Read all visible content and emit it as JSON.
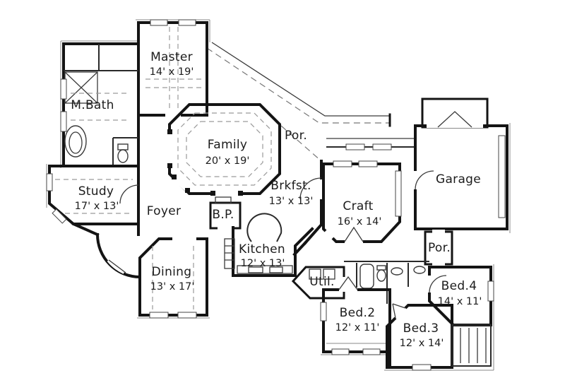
{
  "plan": {
    "rooms": [
      {
        "id": "master",
        "name": "Master",
        "dims": "14' x 19'"
      },
      {
        "id": "mbath",
        "name": "M.Bath",
        "dims": ""
      },
      {
        "id": "family",
        "name": "Family",
        "dims": "20' x 19'"
      },
      {
        "id": "porch-top",
        "name": "Por.",
        "dims": ""
      },
      {
        "id": "study",
        "name": "Study",
        "dims": "17' x 13'"
      },
      {
        "id": "foyer",
        "name": "Foyer",
        "dims": ""
      },
      {
        "id": "butlers-pantry",
        "name": "B.P.",
        "dims": ""
      },
      {
        "id": "breakfast",
        "name": "Brkfst.",
        "dims": "13' x 13'"
      },
      {
        "id": "craft",
        "name": "Craft",
        "dims": "16' x 14'"
      },
      {
        "id": "garage",
        "name": "Garage",
        "dims": ""
      },
      {
        "id": "kitchen",
        "name": "Kitchen",
        "dims": "12' x 13'"
      },
      {
        "id": "utility",
        "name": "Util.",
        "dims": ""
      },
      {
        "id": "porch-right",
        "name": "Por.",
        "dims": ""
      },
      {
        "id": "dining",
        "name": "Dining",
        "dims": "13' x 17'"
      },
      {
        "id": "bed2",
        "name": "Bed.2",
        "dims": "12' x 11'"
      },
      {
        "id": "bed3",
        "name": "Bed.3",
        "dims": "12' x 14'"
      },
      {
        "id": "bed4",
        "name": "Bed.4",
        "dims": "14' x 11'"
      }
    ],
    "colors": {
      "wall": "#141414",
      "detail_line": "#3a3a3a",
      "dashed_line": "#9a9a9a",
      "background": "#ffffff",
      "text": "#1c1c1c"
    }
  }
}
